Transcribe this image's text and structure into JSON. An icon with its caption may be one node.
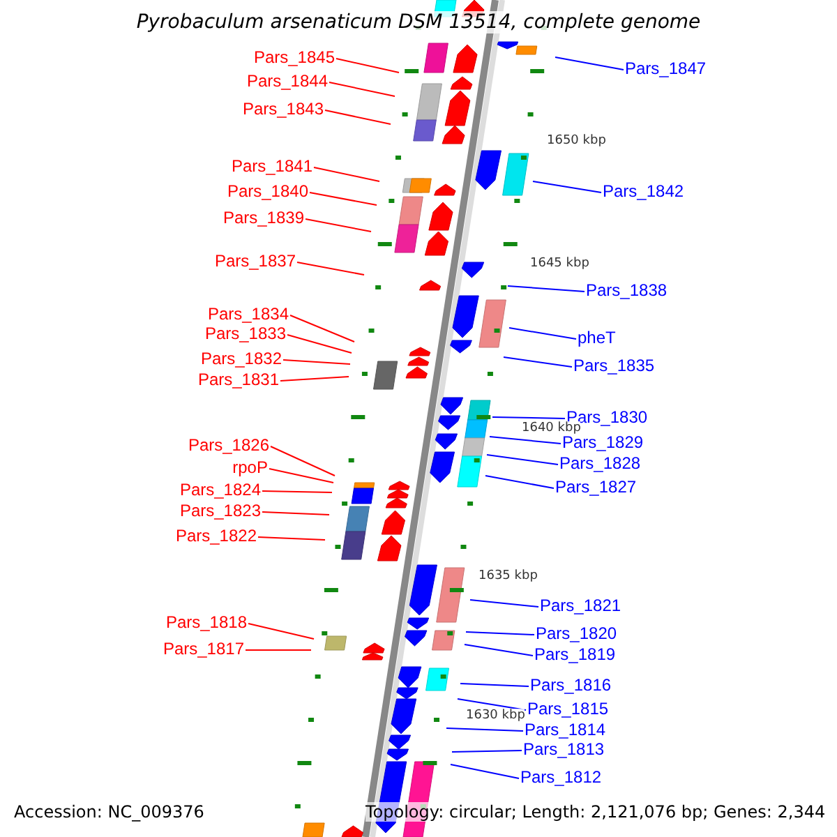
{
  "diagram": {
    "title": "Pyrobaculum arsenaticum DSM 13514, complete genome",
    "nodes": [
      {
        "text": [
          "Pars_1845"
        ]
      },
      {
        "text": [
          "Pars_1844"
        ]
      },
      {
        "text": [
          "Pars_1843"
        ]
      },
      {
        "text": [
          "Pars_1841"
        ]
      },
      {
        "text": [
          "Pars_1840"
        ]
      },
      {
        "text": [
          "Pars_1839"
        ]
      },
      {
        "text": [
          "Pars_1837"
        ]
      },
      {
        "text": [
          "Pars_1834"
        ]
      },
      {
        "text": [
          "Pars_1833"
        ]
      },
      {
        "text": [
          "Pars_1832"
        ]
      },
      {
        "text": [
          "Pars_1831"
        ]
      },
      {
        "text": [
          "Pars_1826"
        ]
      },
      {
        "text": [
          "rpoP"
        ]
      },
      {
        "text": [
          "Pars_1824"
        ]
      },
      {
        "text": [
          "Pars_1823"
        ]
      },
      {
        "text": [
          "Pars_1822"
        ]
      },
      {
        "text": [
          "Pars_1818"
        ]
      },
      {
        "text": [
          "Pars_1817"
        ]
      },
      {
        "text": [
          "Pars_1847"
        ]
      },
      {
        "text": [
          "Pars_1842"
        ]
      },
      {
        "text": [
          "Pars_1838"
        ]
      },
      {
        "text": [
          "pheT"
        ]
      },
      {
        "text": [
          "Pars_1835"
        ]
      },
      {
        "text": [
          "Pars_1830"
        ]
      },
      {
        "text": [
          "Pars_1829"
        ]
      },
      {
        "text": [
          "Pars_1828"
        ]
      },
      {
        "text": [
          "Pars_1827"
        ]
      },
      {
        "text": [
          "Pars_1821"
        ]
      },
      {
        "text": [
          "Pars_1820"
        ]
      },
      {
        "text": [
          "Pars_1819"
        ]
      },
      {
        "text": [
          "Pars_1816"
        ]
      },
      {
        "text": [
          "Pars_1815"
        ]
      },
      {
        "text": [
          "Pars_1814"
        ]
      },
      {
        "text": [
          "Pars_1813"
        ]
      },
      {
        "text": [
          "Pars_1812"
        ]
      }
    ],
    "edges": [
      {
        "from": 0,
        "to": null,
        "arrow": "none"
      },
      {
        "from": 1,
        "to": null,
        "arrow": "none"
      },
      {
        "from": 2,
        "to": null,
        "arrow": "none"
      },
      {
        "from": 3,
        "to": null,
        "arrow": "none"
      },
      {
        "from": 4,
        "to": null,
        "arrow": "none"
      },
      {
        "from": 5,
        "to": null,
        "arrow": "none"
      },
      {
        "from": 6,
        "to": null,
        "arrow": "none"
      },
      {
        "from": 7,
        "to": null,
        "arrow": "none"
      },
      {
        "from": 8,
        "to": null,
        "arrow": "none"
      },
      {
        "from": 9,
        "to": null,
        "arrow": "none"
      },
      {
        "from": 10,
        "to": null,
        "arrow": "none"
      },
      {
        "from": 11,
        "to": null,
        "arrow": "none"
      },
      {
        "from": 12,
        "to": null,
        "arrow": "none"
      },
      {
        "from": 13,
        "to": null,
        "arrow": "none"
      },
      {
        "from": 14,
        "to": null,
        "arrow": "none"
      },
      {
        "from": 15,
        "to": null,
        "arrow": "none"
      },
      {
        "from": 16,
        "to": null,
        "arrow": "none"
      },
      {
        "from": 17,
        "to": null,
        "arrow": "none"
      },
      {
        "from": 18,
        "to": null,
        "arrow": "none",
        "color": "#0000ff"
      },
      {
        "from": 19,
        "to": null,
        "arrow": "none",
        "color": "#0000ff"
      },
      {
        "from": 20,
        "to": null,
        "arrow": "none",
        "color": "#0000ff"
      },
      {
        "from": 21,
        "to": null,
        "arrow": "none",
        "color": "#0000ff"
      },
      {
        "from": 22,
        "to": null,
        "arrow": "none",
        "color": "#0000ff"
      },
      {
        "from": 23,
        "to": null,
        "arrow": "none",
        "color": "#0000ff"
      },
      {
        "from": 24,
        "to": null,
        "arrow": "none",
        "color": "#0000ff"
      },
      {
        "from": 25,
        "to": null,
        "arrow": "none",
        "color": "#0000ff"
      },
      {
        "from": 26,
        "to": null,
        "arrow": "none",
        "color": "#0000ff"
      },
      {
        "from": 27,
        "to": null,
        "arrow": "none",
        "color": "#0000ff"
      },
      {
        "from": 28,
        "to": null,
        "arrow": "none",
        "color": "#0000ff"
      },
      {
        "from": 29,
        "to": null,
        "arrow": "none",
        "color": "#0000ff"
      },
      {
        "from": 30,
        "to": null,
        "arrow": "none",
        "color": "#0000ff"
      },
      {
        "from": 31,
        "to": null,
        "arrow": "none",
        "color": "#0000ff"
      },
      {
        "from": 32,
        "to": null,
        "arrow": "none",
        "color": "#0000ff"
      },
      {
        "from": 33,
        "to": null,
        "arrow": "none",
        "color": "#0000ff"
      },
      {
        "from": 34,
        "to": null,
        "arrow": "none",
        "color": "#0000ff"
      }
    ],
    "labels": [
      "1650 kbp",
      "1645 kbp",
      "1640 kbp",
      "1635 kbp",
      "1630 kbp",
      "Accession: NC_009376",
      "Topology: circular; Length: 2,121,076 bp; Genes: 2,344"
    ]
  }
}
